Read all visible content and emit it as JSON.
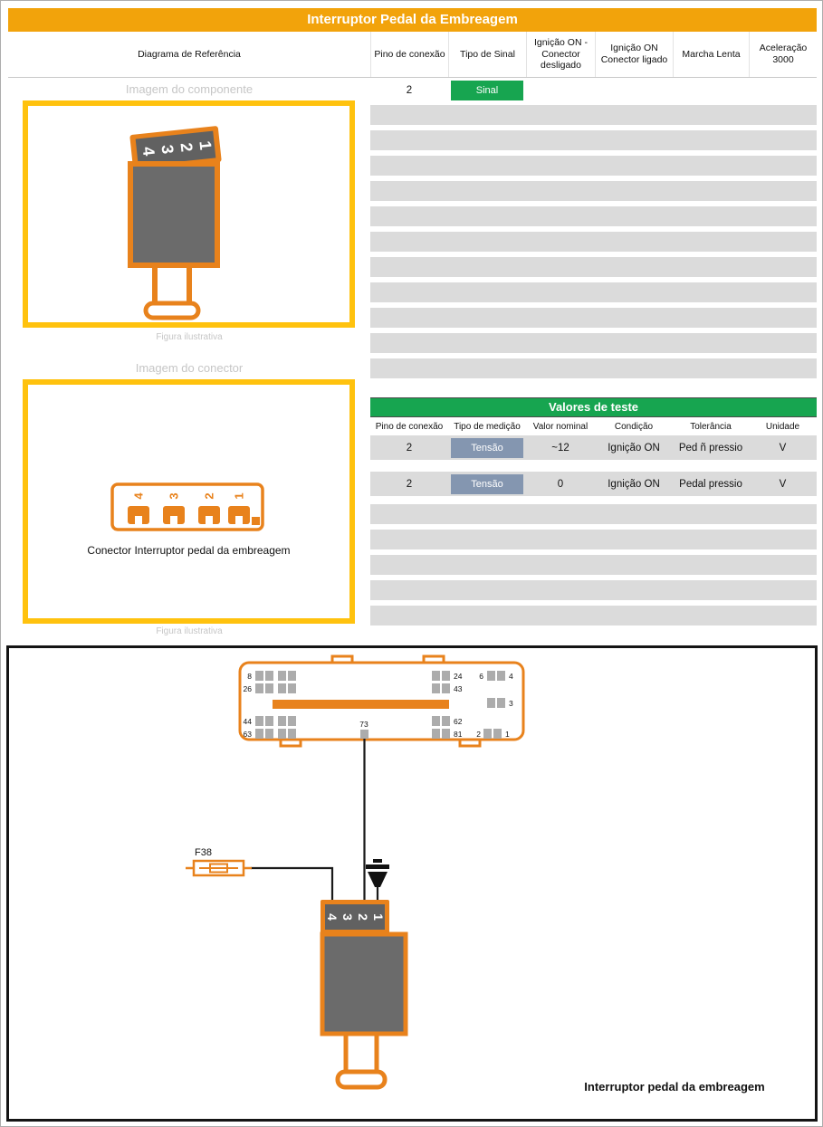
{
  "title": "Interruptor Pedal da Embreagem",
  "ref_header": {
    "reference": "Diagrama de Referência",
    "pin": "Pino de conexão",
    "signal_type": "Tipo de Sinal",
    "ign_on_disconnected": "Ignição ON - Conector desligado",
    "ign_on_connected": "Ignição ON Conector ligado",
    "idle": "Marcha Lenta",
    "accel": "Aceleração 3000"
  },
  "signal_row": {
    "pin": "2",
    "signal": "Sinal"
  },
  "images": {
    "component_title": "Imagem do componente",
    "component_caption": "Figura ilustrativa",
    "connector_title": "Imagem do conector",
    "connector_name": "Conector Interruptor pedal da embreagem",
    "connector_caption": "Figura ilustrativa"
  },
  "test": {
    "title": "Valores de teste",
    "headers": [
      "Pino de conexão",
      "Tipo de medição",
      "Valor nominal",
      "Condição",
      "Tolerância",
      "Unidade"
    ],
    "rows": [
      {
        "pin": "2",
        "type": "Tensão",
        "nominal": "~12",
        "condition": "Ignição ON",
        "tolerance": "Ped ñ pressio",
        "unit": "V"
      },
      {
        "pin": "2",
        "type": "Tensão",
        "nominal": "0",
        "condition": "Ignição ON",
        "tolerance": "Pedal pressio",
        "unit": "V"
      }
    ]
  },
  "pins": [
    "4",
    "3",
    "2",
    "1"
  ],
  "diagram": {
    "fuse": "F38",
    "component_label": "Interruptor pedal da embreagem",
    "ecu": {
      "p8": "8",
      "p26": "26",
      "p44": "44",
      "p63": "63",
      "p24": "24",
      "p43": "43",
      "p6": "6",
      "p4": "4",
      "p3": "3",
      "p62": "62",
      "p81": "81",
      "p2": "2",
      "p1": "1",
      "p73": "73"
    }
  },
  "colors": {
    "header_orange": "#F2A30B",
    "frame_yellow": "#FFC20E",
    "green": "#17A550",
    "slate_badge": "#8496B0",
    "component_orange": "#E8821C",
    "component_gray": "#6B6B6B",
    "stripe_gray": "#DBDBDB"
  }
}
